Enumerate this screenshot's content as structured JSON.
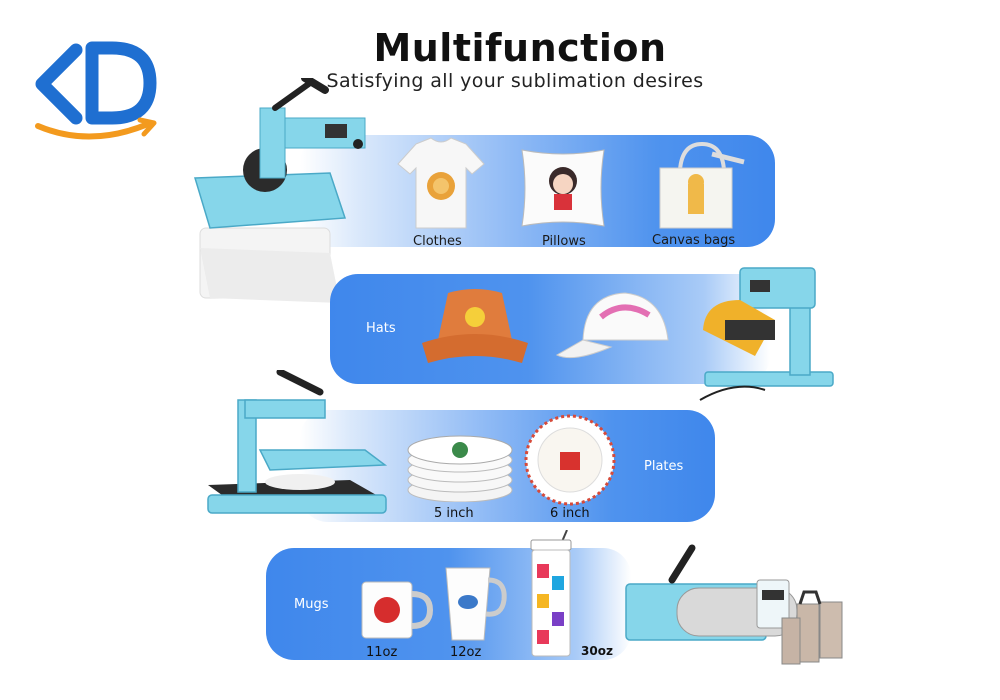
{
  "header": {
    "title": "Multifunction",
    "subtitle": "Satisfying all your sublimation desires"
  },
  "logo": {
    "letters": "KD"
  },
  "rows": [
    {
      "items": [
        {
          "label": "Clothes"
        },
        {
          "label": "Pillows"
        },
        {
          "label": "Canvas bags"
        }
      ]
    },
    {
      "category": "Hats"
    },
    {
      "category": "Plates",
      "sizes": [
        {
          "label": "5 inch"
        },
        {
          "label": "6 inch"
        }
      ]
    },
    {
      "category": "Mugs",
      "sizes": [
        {
          "label": "11oz"
        },
        {
          "label": "12oz"
        },
        {
          "label": "30oz"
        }
      ]
    }
  ],
  "colors": {
    "band": "#3f87ec",
    "press": "#86d6ea",
    "logo_blue": "#1f6fd1",
    "logo_orange": "#f39a1e"
  }
}
